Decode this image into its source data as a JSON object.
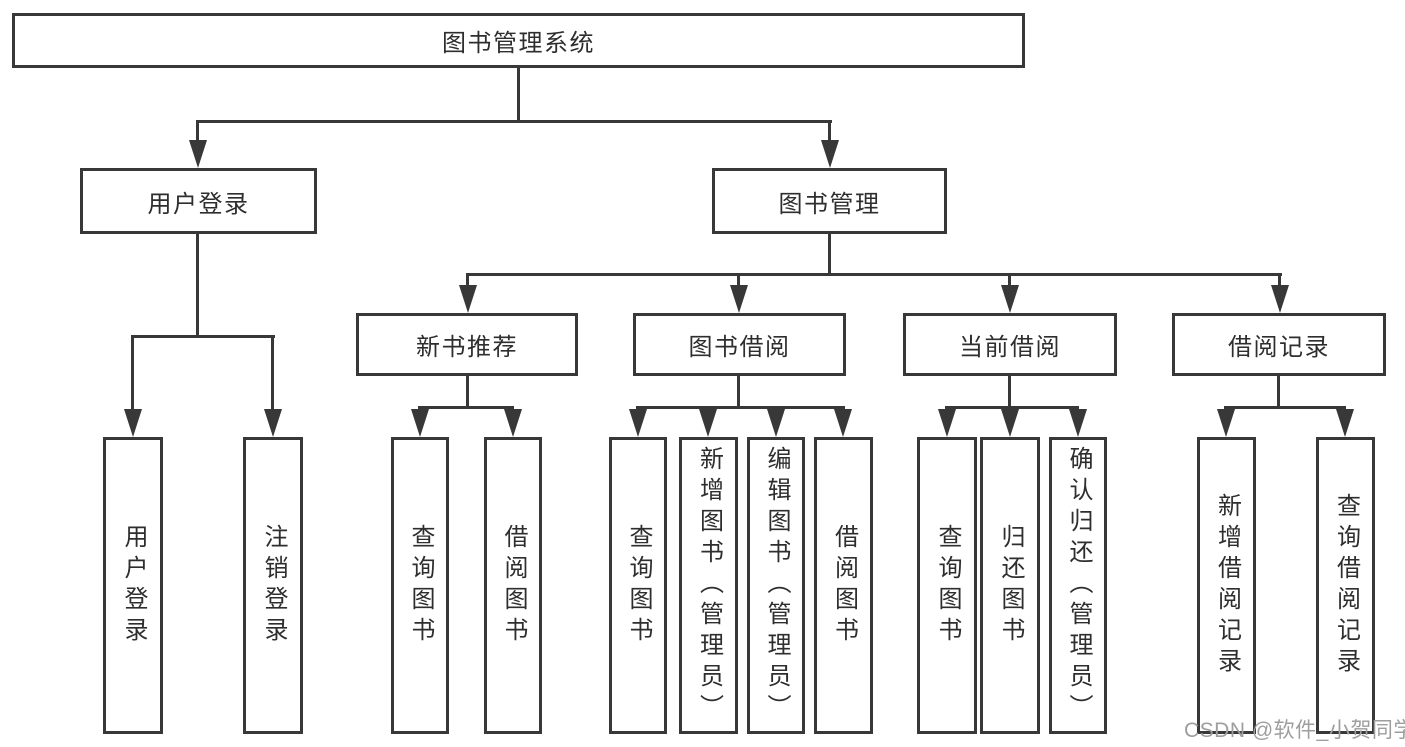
{
  "diagram": {
    "title_node": {
      "label": "图书管理系统"
    },
    "level2": [
      {
        "label": "用户登录"
      },
      {
        "label": "图书管理"
      }
    ],
    "level3": [
      {
        "label": "新书推荐"
      },
      {
        "label": "图书借阅"
      },
      {
        "label": "当前借阅"
      },
      {
        "label": "借阅记录"
      }
    ],
    "leaves": [
      {
        "label": "用户登录"
      },
      {
        "label": "注销登录"
      },
      {
        "label": "查询图书"
      },
      {
        "label": "借阅图书"
      },
      {
        "label": "查询图书"
      },
      {
        "label": "新增图书（管理员）"
      },
      {
        "label": "编辑图书（管理员）"
      },
      {
        "label": "借阅图书"
      },
      {
        "label": "查询图书"
      },
      {
        "label": "归还图书"
      },
      {
        "label": "确认归还（管理员）"
      },
      {
        "label": "新增借阅记录"
      },
      {
        "label": "查询借阅记录"
      }
    ],
    "colors": {
      "line": "#383838",
      "text": "#2e2e2e",
      "background": "#ffffff",
      "watermark": "#9e9e9e"
    }
  },
  "watermark": {
    "text": "CSDN @软件_小贺同学"
  }
}
